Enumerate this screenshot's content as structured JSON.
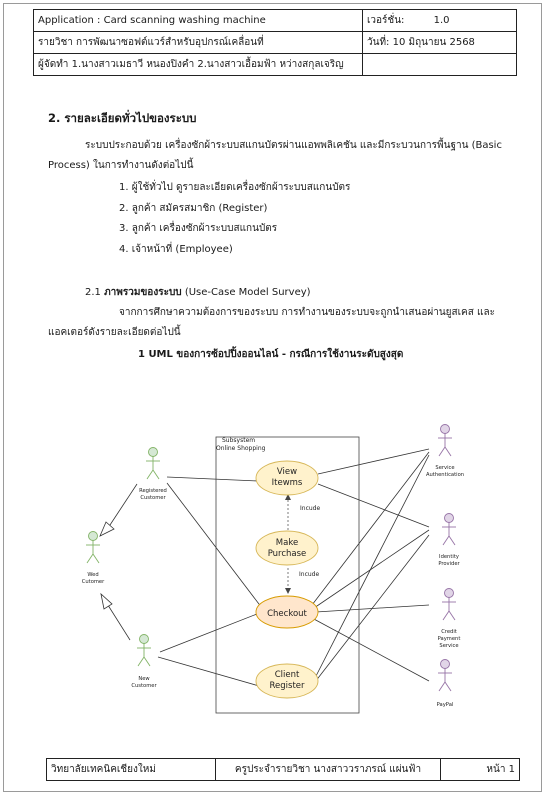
{
  "header": {
    "app_title": "Application : Card scanning washing machine",
    "version_label": "เวอร์ชั่น:",
    "version_value": "1.0",
    "course": "รายวิชา การพัฒนาซอฟต์แวร์สำหรับอุปกรณ์เคลื่อนที่",
    "date": "วันที่:  10 มิถุนายน 2568",
    "authors": "ผู้จัดทำ 1.นางสาวเมธาวี หนองปิงคำ  2.นางสาวเอื้อมฟ้า หว่างสกุลเจริญ"
  },
  "section": {
    "title": "2. รายละเอียดทั่วไปของระบบ",
    "intro_line1": "ระบบประกอบด้วย เครื่องซักผ้าระบบสแกนบัตรผ่านแอพพลิเคชัน และมีกระบวนการพื้นฐาน (Basic",
    "intro_line2": "Process) ในการทำงานดังต่อไปนี้",
    "items": [
      "1. ผู้ใช้ทั่วไป ดูรายละเอียดเครื่องซักผ้าระบบสแกนบัตร",
      "2. ลูกค้า สมัครสมาชิก (Register)",
      "3. ลูกค้า เครื่องซักผ้าระบบสแกนบัตร",
      "4. เจ้าหน้าที่ (Employee)"
    ],
    "sub_number": "2.1",
    "sub_title_bold": "ภาพรวมของระบบ",
    "sub_title_rest": " (Use-Case Model Survey)",
    "desc_line1": "จากการศึกษาความต้องการของระบบ การทำงานของระบบจะถูกนำเสนอผ่านยูสเคส และ",
    "desc_line2": "แอคเตอร์ดังรายละเอียดต่อไปนี้",
    "caption": "1 UML ของการซ้อปปิ้งออนไลน์ - กรณีการใช้งานระดับสูงสุด"
  },
  "diagram": {
    "subsystem_line1": "Subsystem",
    "subsystem_line2": "Online Shopping",
    "use_cases": {
      "view": [
        "View",
        "Itewms"
      ],
      "purchase": [
        "Make",
        "Purchase"
      ],
      "checkout": [
        "Checkout"
      ],
      "register": [
        "Client",
        "Register"
      ]
    },
    "include_label": "Incude",
    "actors": {
      "registered": [
        "Registered",
        "Customer"
      ],
      "web": [
        "Wed",
        "Cutomer"
      ],
      "new": [
        "New",
        "Customer"
      ],
      "service_auth": [
        "Service",
        "Authentication"
      ],
      "identity": [
        "Identity",
        "Provider"
      ],
      "credit": [
        "Credit",
        "Payment",
        "Service"
      ],
      "paypal": [
        "PayPal"
      ]
    },
    "colors": {
      "actor_green_fill": "#d5e8d4",
      "actor_green_stroke": "#82b366",
      "actor_purple_fill": "#e1d5e7",
      "actor_purple_stroke": "#9673a6",
      "usecase_fill": "#fff2cc",
      "usecase_stroke": "#d6b656",
      "checkout_fill": "#ffe6cc",
      "checkout_stroke": "#d79b00"
    }
  },
  "footer": {
    "college": "วิทยาลัยเทคนิคเชียงใหม่",
    "teacher": "ครูประจำรายวิชา นางสาววราภรณ์ แผ่นฟ้า",
    "page": "หน้า 1"
  }
}
